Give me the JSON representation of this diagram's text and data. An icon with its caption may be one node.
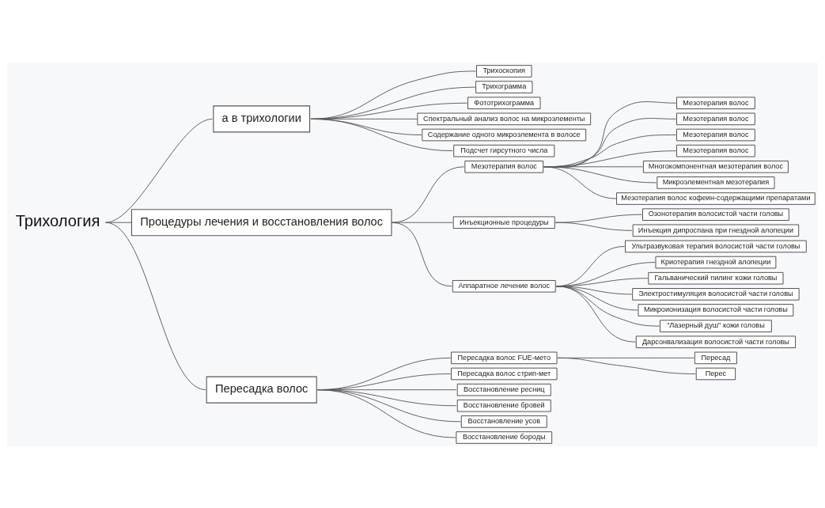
{
  "diagram": {
    "nodes": [
      {
        "text": [
          "Трихология"
        ]
      },
      {
        "text": [
          "а в трихологии"
        ]
      },
      {
        "text": [
          "Трихоскопия"
        ]
      },
      {
        "text": [
          "Трихограмма"
        ]
      },
      {
        "text": [
          "Фототрихограмма"
        ]
      },
      {
        "text": [
          "Спектральный анализ волос на микроэлементы"
        ]
      },
      {
        "text": [
          "Содержание одного микроэлемента в волосе"
        ]
      },
      {
        "text": [
          "Подсчет гирсутного числа"
        ]
      },
      {
        "text": [
          "Процедуры лечения и восстановления волос"
        ]
      },
      {
        "text": [
          "Мезотерапия волос"
        ]
      },
      {
        "text": [
          "Мезотерапия волос"
        ]
      },
      {
        "text": [
          "Мезотерапия волос"
        ]
      },
      {
        "text": [
          "Мезотерапия волос"
        ]
      },
      {
        "text": [
          "Мезотерапия волос"
        ]
      },
      {
        "text": [
          "Многокомпонентная мезотерапия волос"
        ]
      },
      {
        "text": [
          "Микроэлементная мезотерапия"
        ]
      },
      {
        "text": [
          "Мезотерапия волос кофеин-содержащими препаратами"
        ]
      },
      {
        "text": [
          "Инъекционные процедуры"
        ]
      },
      {
        "text": [
          "Озонотерапия волосистой части головы"
        ]
      },
      {
        "text": [
          "Инъекция дипроспана при гнездной алопеции"
        ]
      },
      {
        "text": [
          "Аппаратное лечение волос"
        ]
      },
      {
        "text": [
          "Ультразвуковая терапия волосистой части головы"
        ]
      },
      {
        "text": [
          "Криотерапия гнездной алопеции"
        ]
      },
      {
        "text": [
          "Гальванический пилинг кожи головы"
        ]
      },
      {
        "text": [
          "Электростимуляция волосистой части головы"
        ]
      },
      {
        "text": [
          "Микроионизация волосистой части головы"
        ]
      },
      {
        "text": [
          "\"Лазерный душ\" кожи головы"
        ]
      },
      {
        "text": [
          "Дарсонвализация волосистой части головы"
        ]
      },
      {
        "text": [
          "Пересадка волос"
        ]
      },
      {
        "text": [
          "Пересадка волос FUE-мето"
        ]
      },
      {
        "text": [
          "Пересад"
        ]
      },
      {
        "text": [
          "Перес"
        ]
      },
      {
        "text": [
          "Пересадка волос стрип-мет"
        ]
      },
      {
        "text": [
          "Восстановление ресниц"
        ]
      },
      {
        "text": [
          "Восстановление бровей"
        ]
      },
      {
        "text": [
          "Восстановление усов"
        ]
      },
      {
        "text": [
          "Восстановление бороды"
        ]
      }
    ],
    "edges": [
      {
        "from": 0,
        "to": 1,
        "arrow": "none"
      },
      {
        "from": 0,
        "to": 8,
        "arrow": "none"
      },
      {
        "from": 0,
        "to": 28,
        "arrow": "none"
      },
      {
        "from": 1,
        "to": 2,
        "arrow": "none"
      },
      {
        "from": 1,
        "to": 3,
        "arrow": "none"
      },
      {
        "from": 1,
        "to": 4,
        "arrow": "none"
      },
      {
        "from": 1,
        "to": 5,
        "arrow": "none"
      },
      {
        "from": 1,
        "to": 6,
        "arrow": "none"
      },
      {
        "from": 1,
        "to": 7,
        "arrow": "none"
      },
      {
        "from": 8,
        "to": 9,
        "arrow": "none"
      },
      {
        "from": 9,
        "to": 10,
        "arrow": "none"
      },
      {
        "from": 9,
        "to": 11,
        "arrow": "none"
      },
      {
        "from": 9,
        "to": 12,
        "arrow": "none"
      },
      {
        "from": 9,
        "to": 13,
        "arrow": "none"
      },
      {
        "from": 9,
        "to": 14,
        "arrow": "none"
      },
      {
        "from": 9,
        "to": 15,
        "arrow": "none"
      },
      {
        "from": 9,
        "to": 16,
        "arrow": "none"
      },
      {
        "from": 8,
        "to": 17,
        "arrow": "none"
      },
      {
        "from": 17,
        "to": 18,
        "arrow": "none"
      },
      {
        "from": 17,
        "to": 19,
        "arrow": "none"
      },
      {
        "from": 8,
        "to": 20,
        "arrow": "none"
      },
      {
        "from": 20,
        "to": 21,
        "arrow": "none"
      },
      {
        "from": 20,
        "to": 22,
        "arrow": "none"
      },
      {
        "from": 20,
        "to": 23,
        "arrow": "none"
      },
      {
        "from": 20,
        "to": 24,
        "arrow": "none"
      },
      {
        "from": 20,
        "to": 25,
        "arrow": "none"
      },
      {
        "from": 20,
        "to": 26,
        "arrow": "none"
      },
      {
        "from": 20,
        "to": 27,
        "arrow": "none"
      },
      {
        "from": 28,
        "to": 29,
        "arrow": "none"
      },
      {
        "from": 29,
        "to": 30,
        "arrow": "none"
      },
      {
        "from": 29,
        "to": 31,
        "arrow": "none"
      },
      {
        "from": 28,
        "to": 32,
        "arrow": "none"
      },
      {
        "from": 28,
        "to": 33,
        "arrow": "none"
      },
      {
        "from": 28,
        "to": 34,
        "arrow": "none"
      },
      {
        "from": 28,
        "to": 35,
        "arrow": "none"
      },
      {
        "from": 28,
        "to": 36,
        "arrow": "none"
      }
    ]
  }
}
